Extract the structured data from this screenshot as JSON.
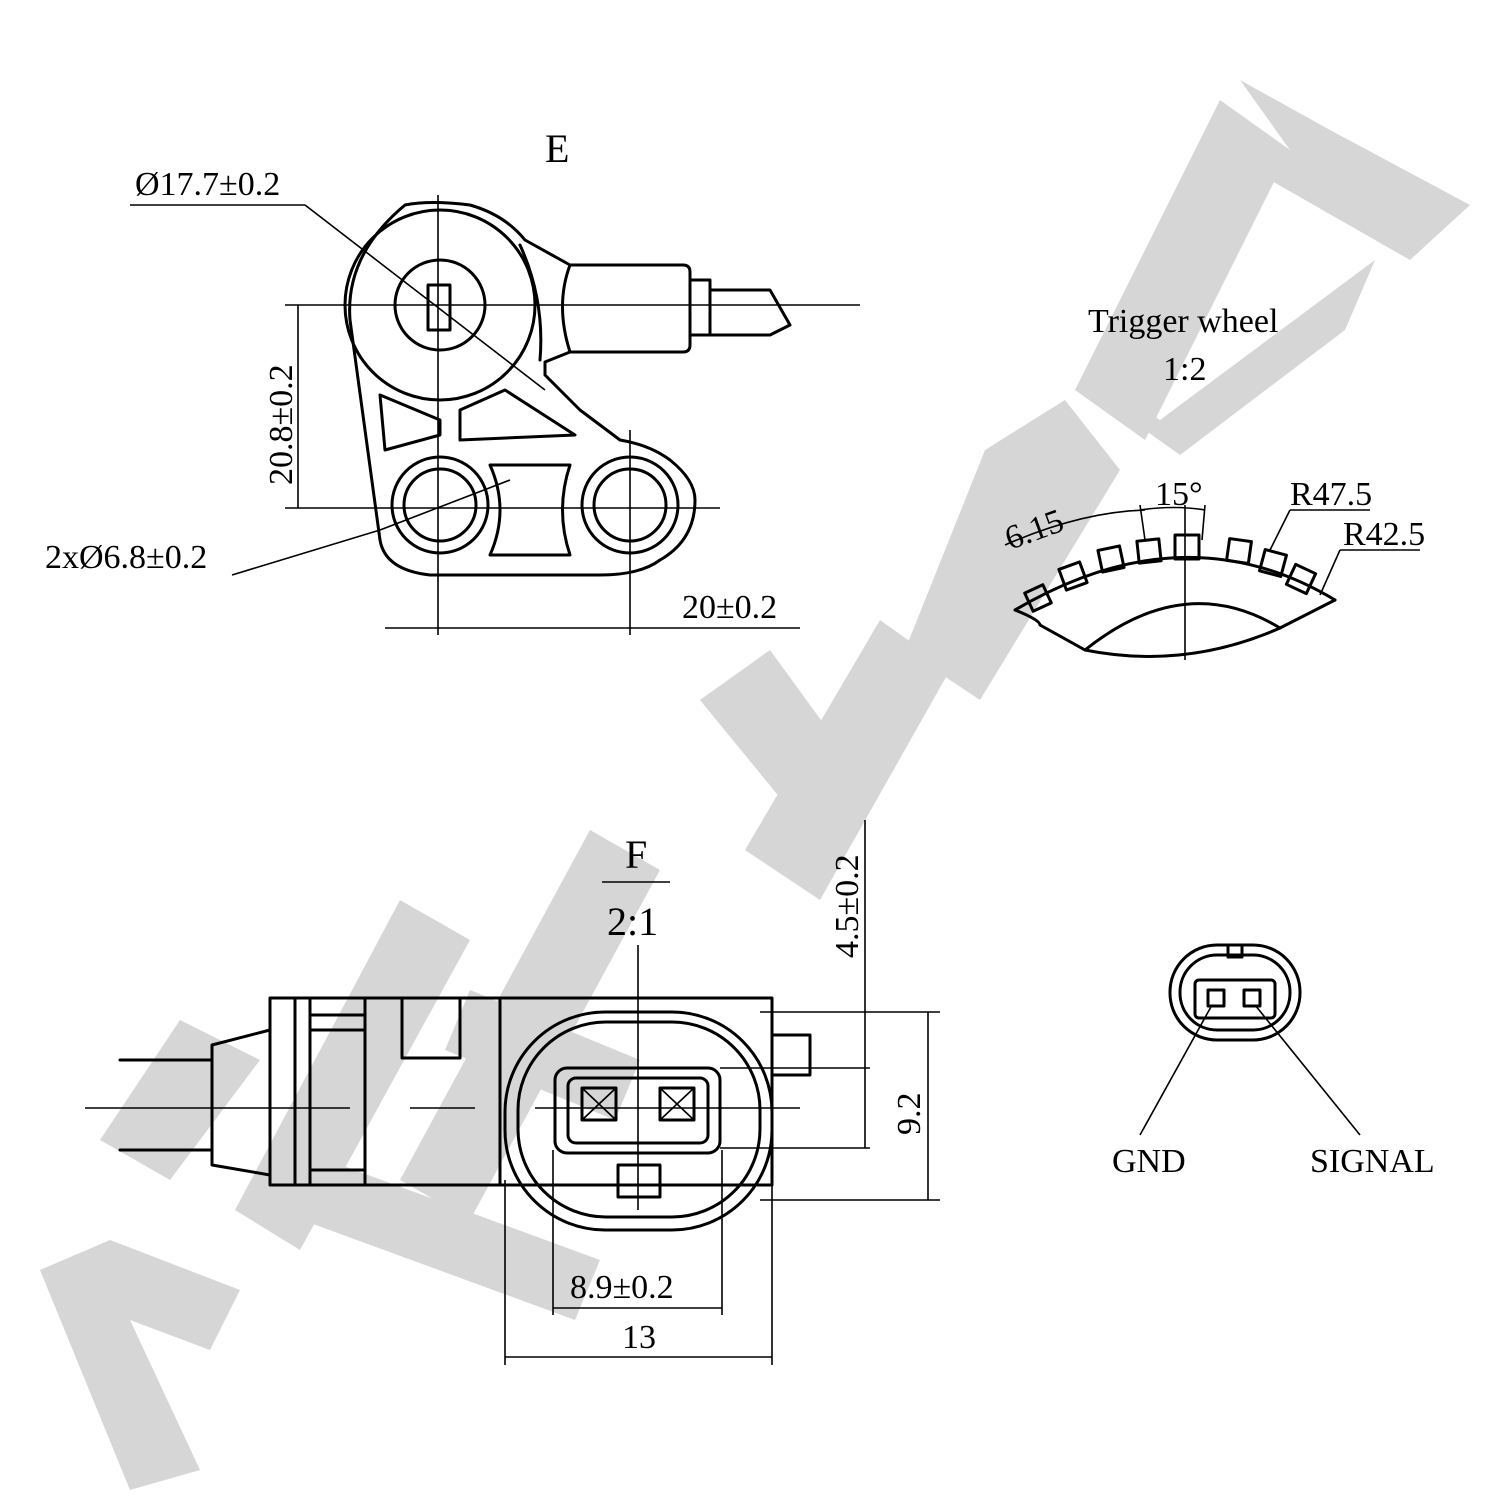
{
  "watermark": {
    "text": "ZENNEK",
    "color": "#d6d6d6"
  },
  "view_e": {
    "label": "E",
    "bore_dia": "Ø17.7±0.2",
    "height_dim": "20.8±0.2",
    "holes_dia": "2xØ6.8±0.2",
    "hole_spacing": "20±0.2"
  },
  "trigger_wheel": {
    "title": "Trigger wheel",
    "scale": "1:2",
    "tooth_width": "6.15",
    "angle": "15°",
    "outer_radius": "R47.5",
    "inner_radius": "R42.5"
  },
  "view_f": {
    "label": "F",
    "scale": "2:1",
    "offset_dim": "4.5±0.2",
    "height_dim": "9.2",
    "pin_width": "8.9±0.2",
    "body_width": "13"
  },
  "pinout": {
    "pin1": "GND",
    "pin2": "SIGNAL"
  },
  "colors": {
    "line": "#000000",
    "watermark": "#d6d6d6",
    "background": "#ffffff"
  }
}
